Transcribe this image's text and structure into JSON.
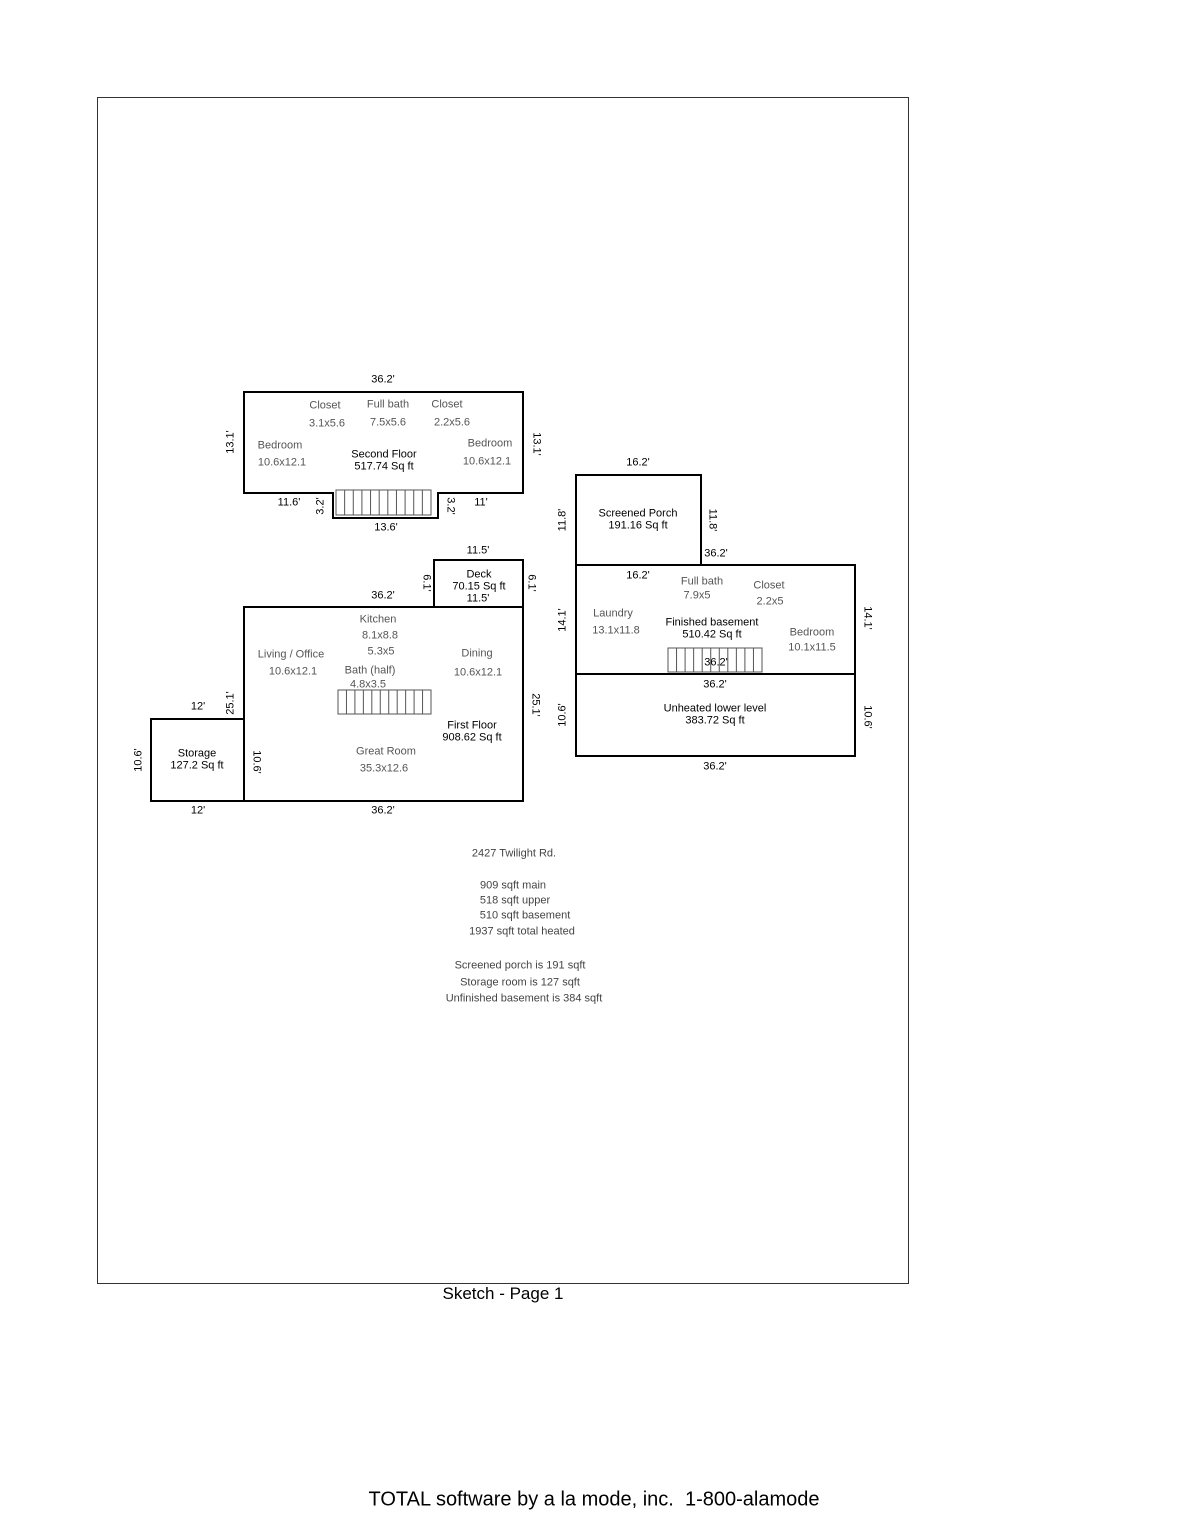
{
  "second_floor": {
    "top": "36.2'",
    "closet1": "Closet",
    "closet1_dim": "3.1x5.6",
    "bath": "Full bath",
    "bath_dim": "7.5x5.6",
    "closet2": "Closet",
    "closet2_dim": "2.2x5.6",
    "bed1": "Bedroom",
    "bed1_dim": "10.6x12.1",
    "bed2": "Bedroom",
    "bed2_dim": "10.6x12.1",
    "name": "Second Floor",
    "area": "517.74 Sq ft",
    "left": "13.1'",
    "right": "13.1'",
    "bl": "11.6'",
    "sl": "3.2'",
    "sr": "3.2'",
    "br": "11'",
    "stair": "13.6'"
  },
  "deck": {
    "top": "11.5'",
    "name": "Deck",
    "area": "70.15 Sq ft",
    "bottom": "11.5'",
    "left": "6.1'",
    "right": "6.1'"
  },
  "first_floor": {
    "top": "36.2'",
    "kitchen": "Kitchen",
    "kitchen_dim": "8.1x8.8",
    "kitchen_dim2": "5.3x5",
    "living": "Living / Office",
    "living_dim": "10.6x12.1",
    "dining": "Dining",
    "dining_dim": "10.6x12.1",
    "bath": "Bath (half)",
    "bath_dim": "4.8x3.5",
    "name": "First Floor",
    "area": "908.62 Sq ft",
    "great": "Great Room",
    "great_dim": "35.3x12.6",
    "left": "25.1'",
    "right": "25.1'",
    "inner": "10.6'",
    "bottom": "36.2'"
  },
  "storage": {
    "top": "12'",
    "bottom": "12'",
    "left": "10.6'",
    "name": "Storage",
    "area": "127.2 Sq ft"
  },
  "porch": {
    "top": "16.2'",
    "name": "Screened Porch",
    "area": "191.16 Sq ft",
    "left": "11.8'",
    "right": "11.8'",
    "bottom": "36.2'"
  },
  "basement": {
    "top": "16.2'",
    "bath": "Full bath",
    "bath_dim": "7.9x5",
    "closet": "Closet",
    "closet_dim": "2.2x5",
    "laundry": "Laundry",
    "laundry_dim": "13.1x11.8",
    "name": "Finished basement",
    "area": "510.42 Sq ft",
    "bed": "Bedroom",
    "bed_dim": "10.1x11.5",
    "stair": "36.2'",
    "left": "14.1'",
    "right": "14.1'"
  },
  "unheated": {
    "top": "36.2'",
    "name": "Unheated lower level",
    "area": "383.72 Sq ft",
    "left": "10.6'",
    "right": "10.6'",
    "bottom": "36.2'"
  },
  "notes": [
    "2427 Twilight Rd.",
    "909 sqft main",
    "518 sqft upper",
    "510 sqft basement",
    "1937 sqft total heated",
    "Screened porch is 191 sqft",
    "Storage room is 127 sqft",
    "Unfinished basement is 384 sqft"
  ],
  "page_label": "Sketch - Page 1",
  "footer": "TOTAL software by a la mode, inc.  1-800-alamode"
}
